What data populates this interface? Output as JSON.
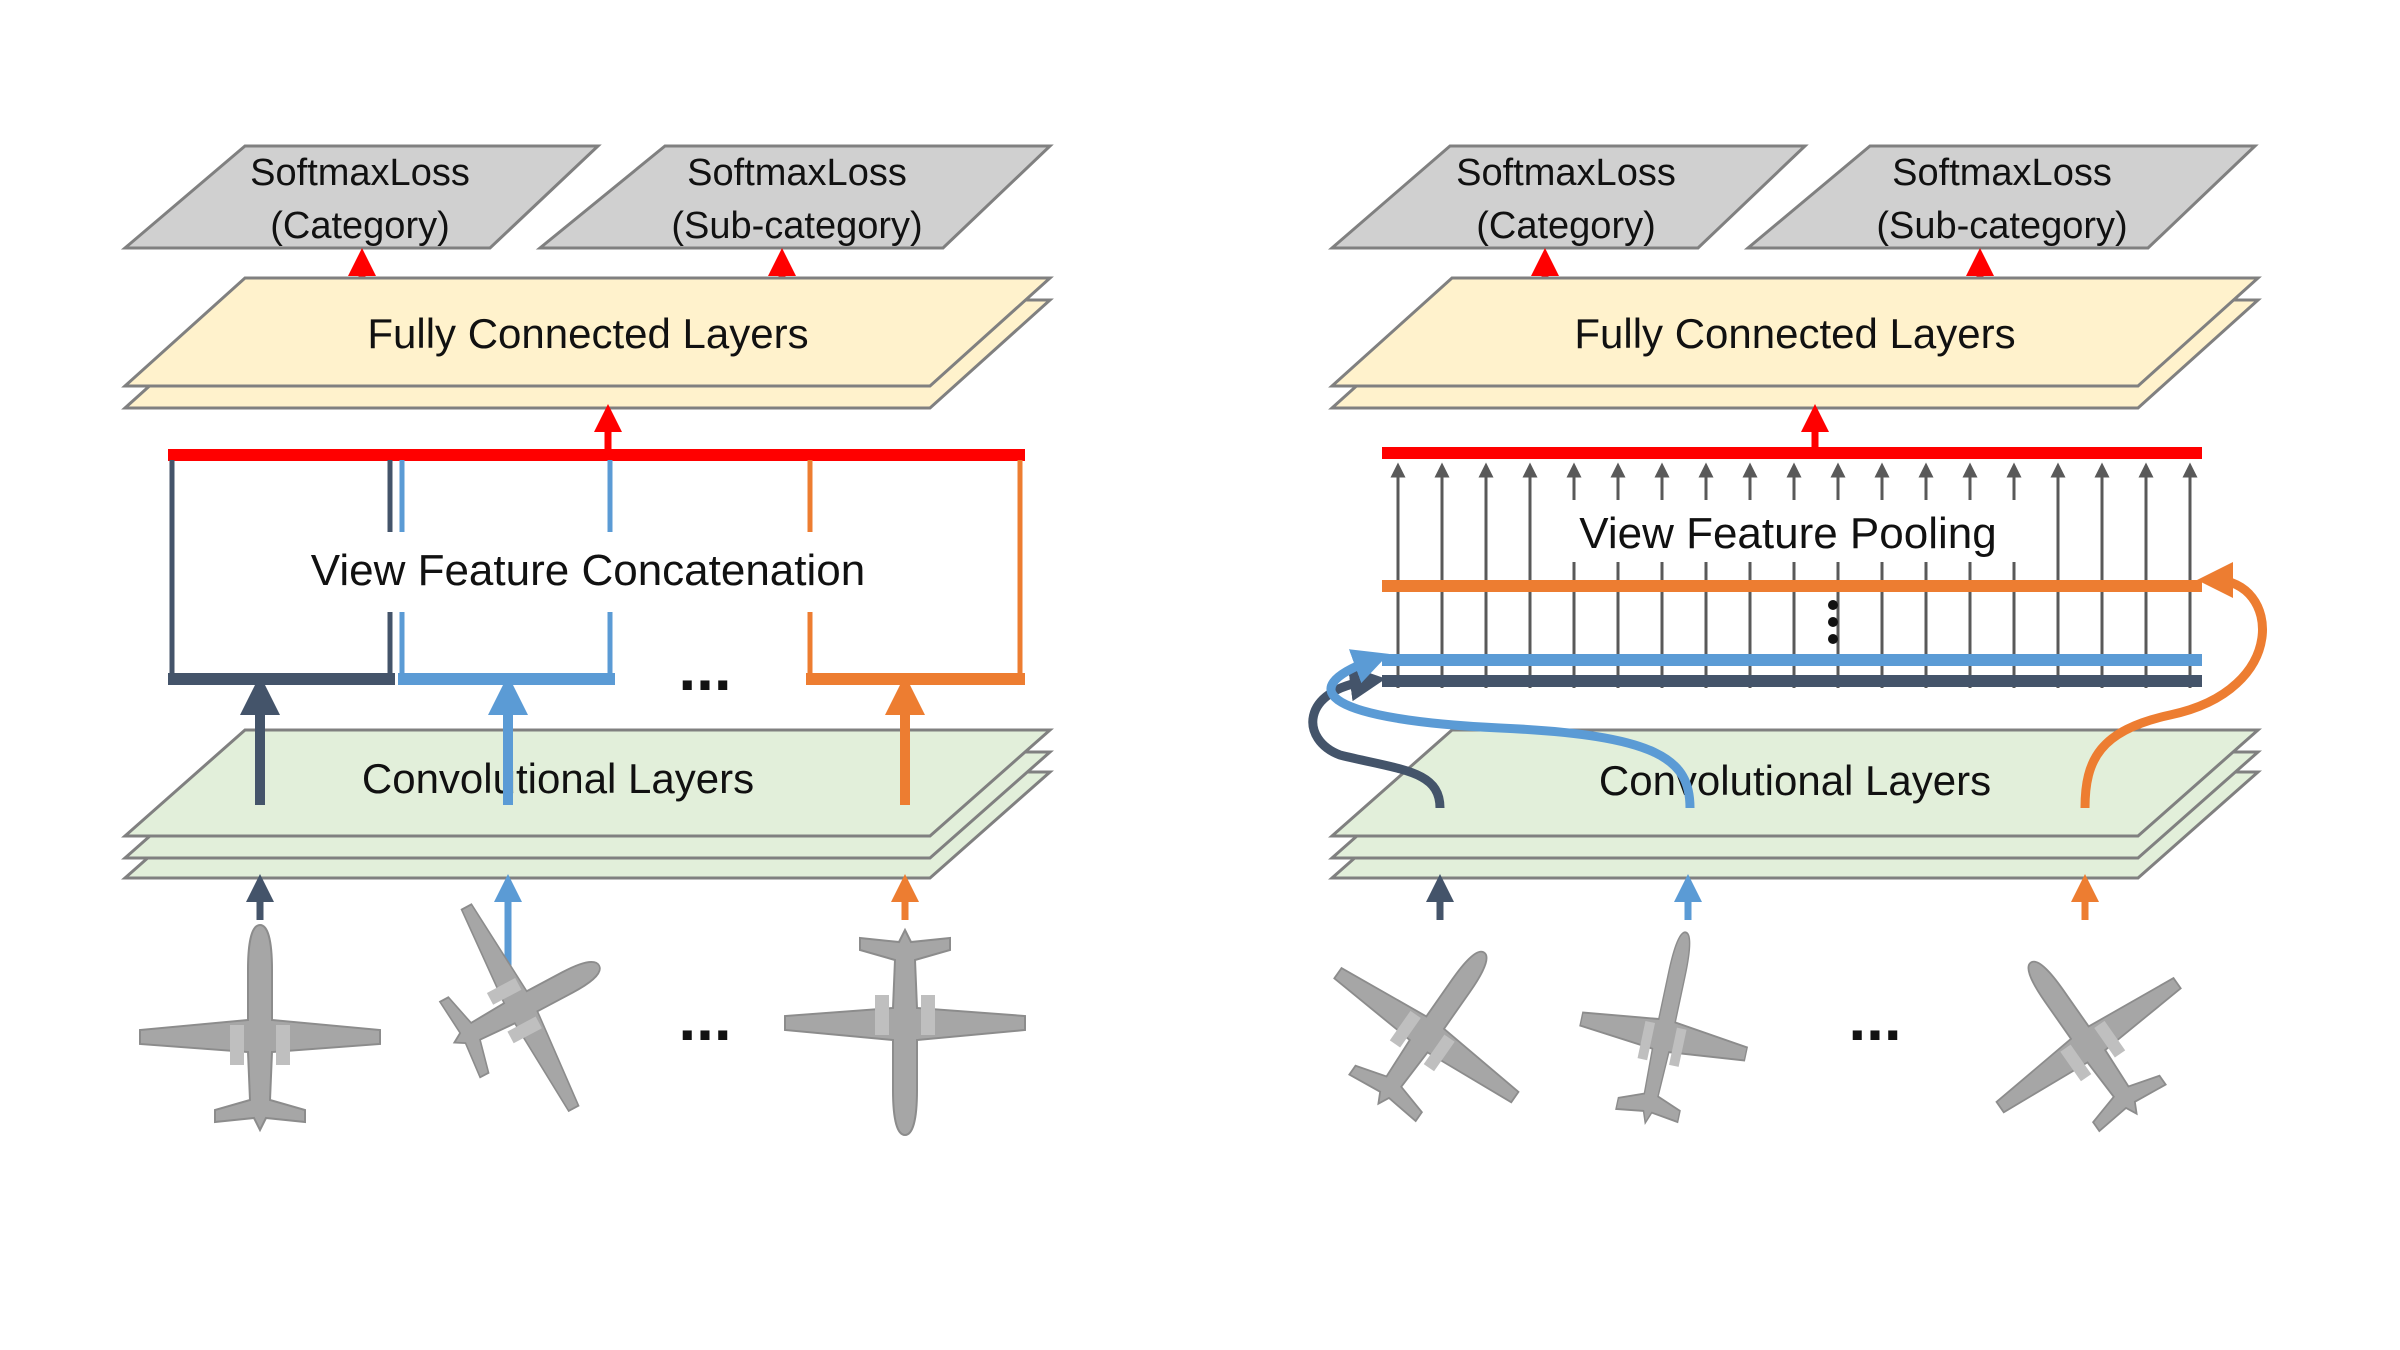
{
  "left": {
    "loss_category": {
      "line1": "SoftmaxLoss",
      "line2": "(Category)"
    },
    "loss_subcategory": {
      "line1": "SoftmaxLoss",
      "line2": "(Sub-category)"
    },
    "fc_label": "Fully Connected Layers",
    "op_label": "View Feature Concatenation",
    "conv_label": "Convolutional Layers",
    "ellipsis_features": "...",
    "ellipsis_views": "...",
    "views": [
      "airplane-top-view",
      "airplane-oblique-view",
      "airplane-bottom-view"
    ]
  },
  "right": {
    "loss_category": {
      "line1": "SoftmaxLoss",
      "line2": "(Category)"
    },
    "loss_subcategory": {
      "line1": "SoftmaxLoss",
      "line2": "(Sub-category)"
    },
    "fc_label": "Fully Connected Layers",
    "op_label": "View Feature Pooling",
    "conv_label": "Convolutional Layers",
    "ellipsis_views": "...",
    "views": [
      "airplane-rotated-view-1",
      "airplane-rotated-view-2",
      "airplane-rotated-view-3"
    ]
  },
  "colors": {
    "view1": "#44546a",
    "view2": "#5b9bd5",
    "view3": "#ed7d31",
    "pooled": "#ff0000",
    "loss_fill": "#d0d0d0",
    "fc_fill": "#fff2cc",
    "conv_fill": "#e2efda",
    "outline": "#7f7f7f",
    "airplane": "#a6a6a6"
  }
}
